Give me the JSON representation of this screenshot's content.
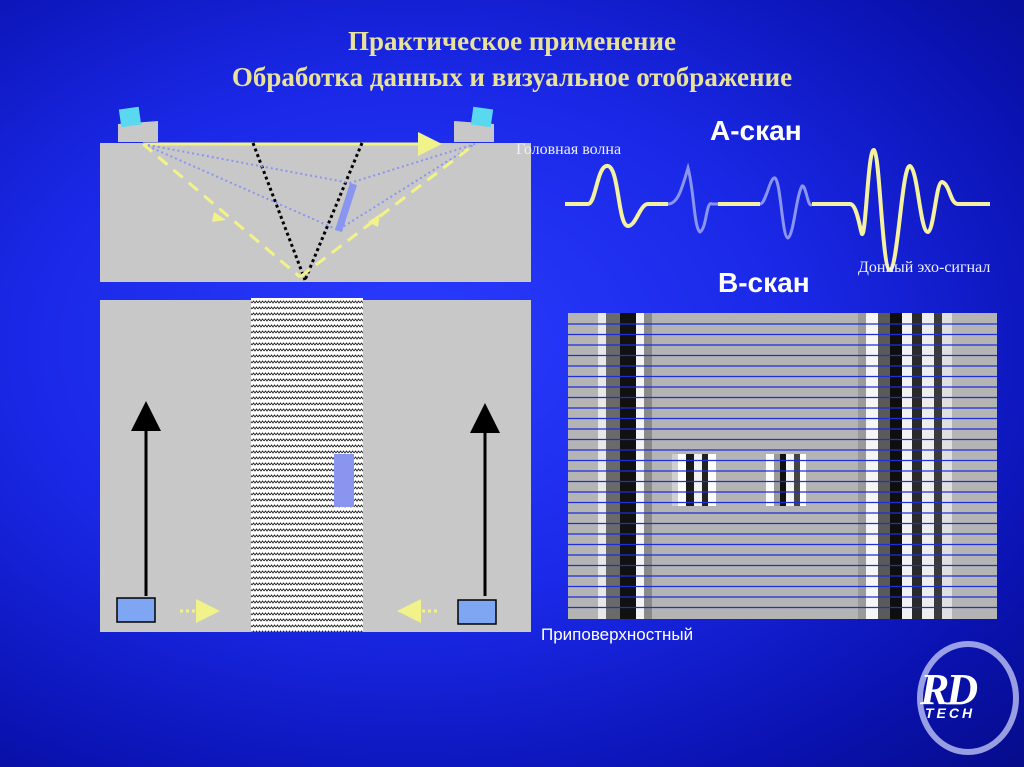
{
  "slide": {
    "title_line1": "Практическое применение",
    "title_line2": "Обработка данных и визуальное отображение"
  },
  "ascan": {
    "title": "A-скан",
    "lateral_wave_label": "Головная волна",
    "backwall_label": "Донный эхо-сигнал"
  },
  "bscan": {
    "title": "B-скан",
    "near_surface_label": "Приповерхностный"
  },
  "logo": {
    "text": "RD",
    "subtext": "TECH"
  },
  "colors": {
    "background": "#1a28e6",
    "title": "#e9e29a",
    "specimen": "#c8c8c8",
    "beam": "#f2f28a",
    "flaw": "#8a95f0",
    "probe": "#5ad8f0"
  }
}
